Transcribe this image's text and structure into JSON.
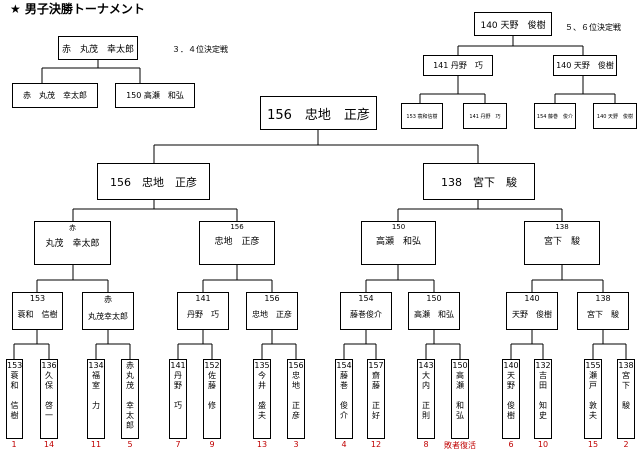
{
  "title": "★ 男子決勝トーナメント",
  "annotations": {
    "third_place": "３．４位決定戦",
    "fifth_place": "５、６位決定戦"
  },
  "third_place_match": {
    "winner": "赤　丸茂　幸太郎",
    "left": "赤　丸茂　幸太郎",
    "right": "150  高瀬　和弘"
  },
  "fifth_place_match": {
    "winner": "140  天野　俊樹",
    "sf_left": "141  丹野　巧",
    "sf_right": "140 天野　俊樹",
    "q1": "153 蓑和信樹",
    "q2": "141 丹野　巧",
    "q3": "154 藤巻　俊介",
    "q4": "140 天野　俊樹"
  },
  "main_bracket": {
    "champion": "156　忠地　正彦",
    "semifinal": [
      "156　忠地　正彦",
      "138　宮下　駿"
    ],
    "quarterfinal": [
      {
        "seed": "赤",
        "name": "丸茂　幸太郎"
      },
      {
        "seed": "156",
        "name": "忠地　正彦"
      },
      {
        "seed": "150",
        "name": "高瀬　和弘"
      },
      {
        "seed": "138",
        "name": "宮下　駿"
      }
    ],
    "round16": [
      {
        "seed": "153",
        "name": "蓑和　信樹"
      },
      {
        "seed": "赤",
        "name": "丸茂幸太郎"
      },
      {
        "seed": "141",
        "name": "丹野　巧"
      },
      {
        "seed": "156",
        "name": "忠地　正彦"
      },
      {
        "seed": "154",
        "name": "藤巻俊介"
      },
      {
        "seed": "150",
        "name": "高瀬　和弘"
      },
      {
        "seed": "140",
        "name": "天野　俊樹"
      },
      {
        "seed": "138",
        "name": "宮下　駿"
      }
    ],
    "round32": [
      {
        "seed": "153",
        "name": "蓑\n和\n\n信\n樹",
        "position": "1"
      },
      {
        "seed": "136",
        "name": "久\n保\n\n啓\n一",
        "position": "14"
      },
      {
        "seed": "134",
        "name": "福\n室\n\n力",
        "position": "11"
      },
      {
        "seed": "赤",
        "name": "丸\n茂\n\n幸\n太\n郎",
        "position": "5"
      },
      {
        "seed": "141",
        "name": "丹\n野\n\n巧",
        "position": "7"
      },
      {
        "seed": "152",
        "name": "佐\n藤\n\n修",
        "position": "9"
      },
      {
        "seed": "135",
        "name": "今\n井\n\n盛\n夫",
        "position": "13"
      },
      {
        "seed": "156",
        "name": "忠\n地\n\n正\n彦",
        "position": "3"
      },
      {
        "seed": "154",
        "name": "藤\n巻\n\n俊\n介",
        "position": "4"
      },
      {
        "seed": "157",
        "name": "齋\n藤\n\n正\n好",
        "position": "12"
      },
      {
        "seed": "143",
        "name": "大\n内\n\n正\n則",
        "position": "8"
      },
      {
        "seed": "150",
        "name": "高\n瀬\n\n和\n弘",
        "position": "敗者復活"
      },
      {
        "seed": "140",
        "name": "天\n野\n\n俊\n樹",
        "position": "6"
      },
      {
        "seed": "132",
        "name": "吉\n田\n\n知\n史",
        "position": "10"
      },
      {
        "seed": "155",
        "name": "瀬\n戸\n\n敦\n夫",
        "position": "15"
      },
      {
        "seed": "138",
        "name": "宮\n下\n\n駿",
        "position": "2"
      }
    ]
  }
}
